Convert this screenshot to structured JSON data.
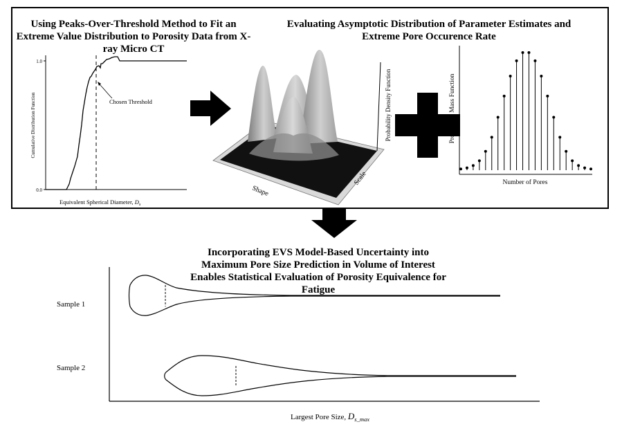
{
  "top_panel": {
    "left_title": "Using Peaks-Over-Threshold Method to Fit an Extreme Value Distribution to Porosity Data from X-ray Micro CT",
    "right_title": "Evaluating Asymptotic Distribution of Parameter Estimates and Extreme Pore Occurence Rate"
  },
  "cdf_plot": {
    "ylabel": "Cumulative Distribution Function",
    "xlabel": "Equivalent Spherical Diameter,",
    "xlabel_symbol": "D",
    "xlabel_subscript": "s",
    "ytick_top": "1.0",
    "ytick_bottom": "0.0",
    "annotation": "Chosen Threshold"
  },
  "surface_plot": {
    "zlabel": "Probability Density Function",
    "xlabel": "Shape",
    "ylabel": "Scale"
  },
  "pmf_plot": {
    "ylabel": "Probability Mass Function",
    "xlabel": "Number of Pores",
    "values": [
      0.01,
      0.02,
      0.04,
      0.08,
      0.16,
      0.28,
      0.45,
      0.63,
      0.8,
      0.93,
      1.0,
      1.0,
      0.93,
      0.8,
      0.63,
      0.45,
      0.28,
      0.16,
      0.08,
      0.04,
      0.02,
      0.01
    ]
  },
  "bottom": {
    "title": "Incorporating EVS Model-Based Uncertainty into Maximum Pore Size Prediction in Volume of Interest Enables Statistical Evaluation of Porosity Equivalence for Fatigue",
    "samples": [
      "Sample 1",
      "Sample 2"
    ],
    "xlabel": "Largest Pore Size,",
    "xlabel_symbol": "D",
    "xlabel_subscript": "s_max"
  },
  "colors": {
    "ink": "#000000",
    "surface_dark": "#111111",
    "surface_light": "#bdbdbd",
    "background": "#ffffff"
  }
}
